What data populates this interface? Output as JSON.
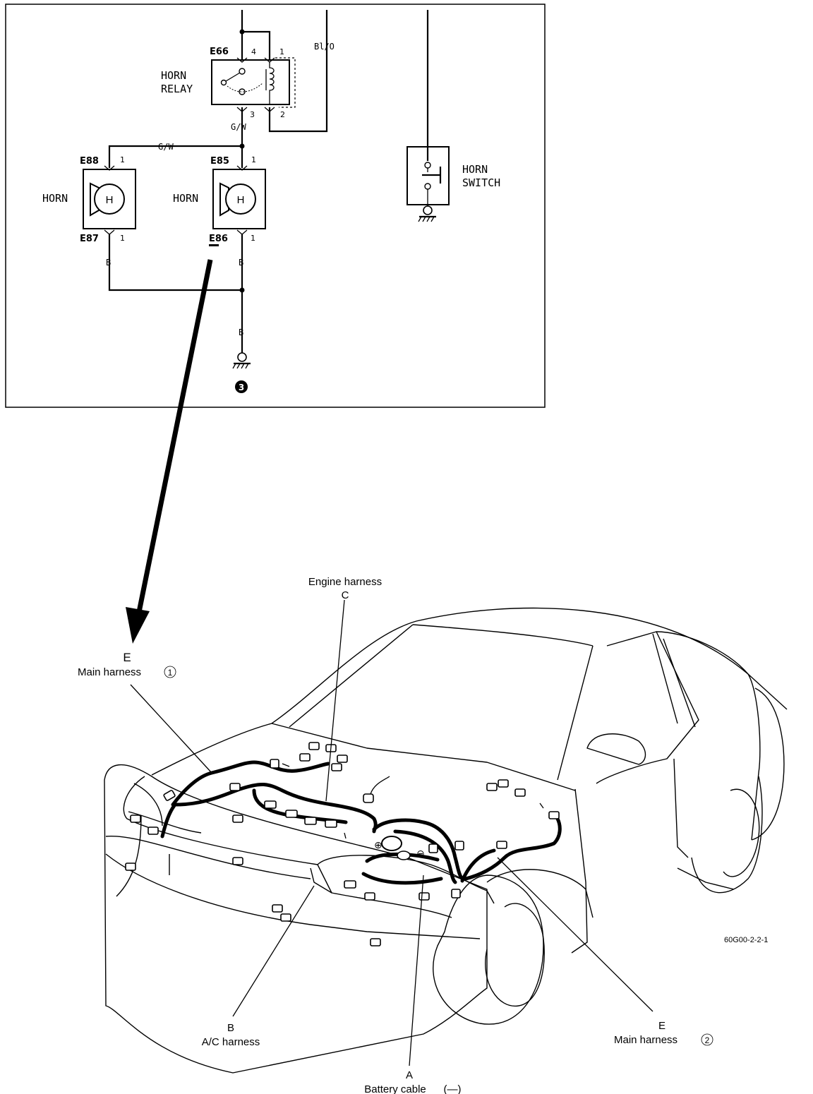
{
  "schematic": {
    "relay": {
      "connector": "E66",
      "name_line1": "HORN",
      "name_line2": "RELAY",
      "pin_4": "4",
      "pin_1": "1",
      "pin_3": "3",
      "pin_2": "2"
    },
    "wire_bl_o": "Bl/O",
    "wire_g_w_relay": "G/W",
    "wire_g_w_horn": "G/W",
    "horn_left": {
      "connector_top": "E88",
      "connector_bottom": "E87",
      "label": "HORN",
      "symbol": "H",
      "pin_top": "1",
      "pin_bottom": "1"
    },
    "horn_right": {
      "connector_top": "E85",
      "connector_bottom": "E86",
      "label": "HORN",
      "symbol": "H",
      "pin_top": "1",
      "pin_bottom": "1"
    },
    "wire_b_left": "B",
    "wire_b_right": "B",
    "wire_b_ground": "B",
    "ground_number": "3",
    "horn_switch": {
      "line1": "HORN",
      "line2": "SWITCH"
    }
  },
  "harness_labels": {
    "engine": {
      "name": "Engine harness",
      "letter": "C"
    },
    "main1": {
      "letter": "E",
      "name": "Main harness",
      "num": "1"
    },
    "ac": {
      "letter": "B",
      "name": "A/C harness"
    },
    "battery": {
      "letter": "A",
      "name": "Battery cable",
      "sign": "(—)"
    },
    "main2": {
      "letter": "E",
      "name": "Main harness",
      "num": "2"
    }
  },
  "figure_code": "60G00-2-2-1",
  "icons": {
    "plus_terminal": "⊕",
    "minus_terminal": "⊖"
  }
}
